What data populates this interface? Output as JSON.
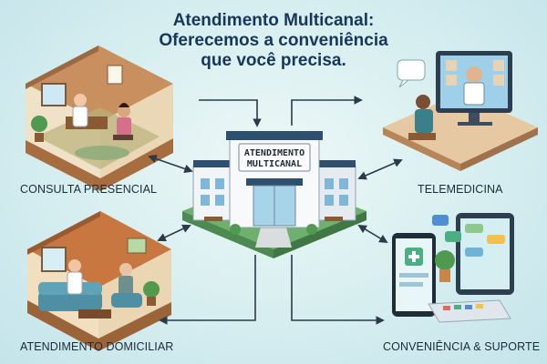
{
  "title": {
    "line1": "Atendimento Multicanal:",
    "line2": "Oferecemos a conveniência",
    "line3": "que você precisa."
  },
  "center": {
    "sign_line1": "ATENDIMENTO",
    "sign_line2": "MULTICANAL"
  },
  "channels": {
    "top_left": "CONSULTA PRESENCIAL",
    "top_right": "TELEMEDICINA",
    "bottom_left": "ATENDIMENTO DOMICILIAR",
    "bottom_right": "CONVENIÊNCIA & SUPORTE"
  },
  "colors": {
    "title": "#16365d",
    "arrows": "#2b3a4a",
    "background": "#d6eef0",
    "building_roof": "#2f4f6f",
    "platform": "#5f9e63"
  },
  "icons": [
    "clinic-room-illustration",
    "telemedicine-illustration",
    "home-visit-illustration",
    "smartphone-tablet-illustration",
    "hospital-building-illustration"
  ]
}
